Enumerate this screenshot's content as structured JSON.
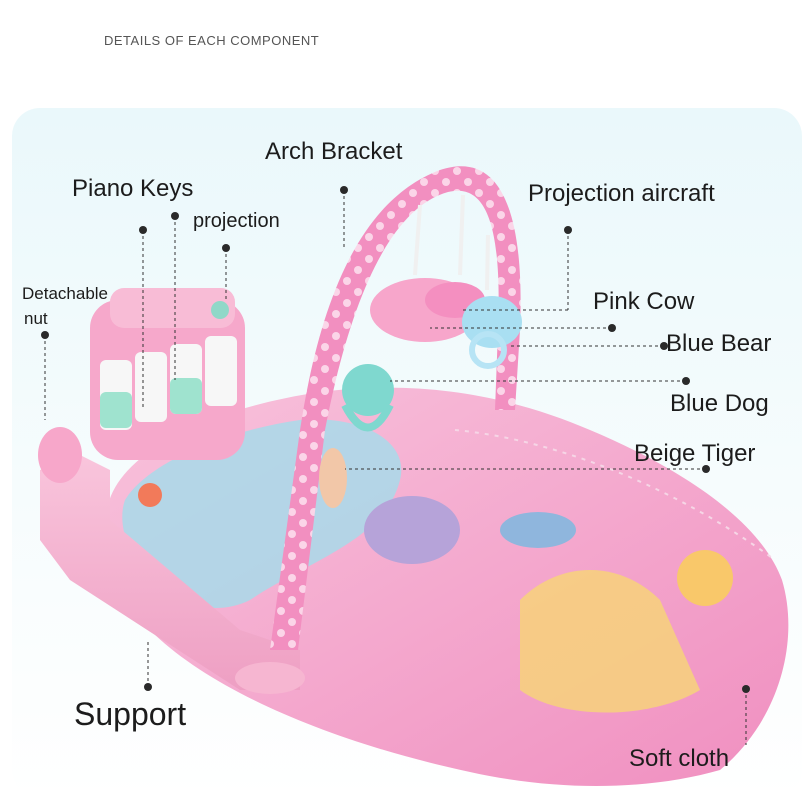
{
  "heading": "DETAILS OF EACH COMPONENT",
  "labels": {
    "arch_bracket": "Arch Bracket",
    "piano_keys": "Piano Keys",
    "projection": "projection",
    "projection_aircraft": "Projection aircraft",
    "detachable_nut_line1": "Detachable",
    "detachable_nut_line2": "nut",
    "pink_cow": "Pink Cow",
    "blue_bear": "Blue Bear",
    "blue_dog": "Blue Dog",
    "beige_tiger": "Beige Tiger",
    "support": "Support",
    "soft_cloth": "Soft cloth"
  },
  "colors": {
    "mat_pink": "#f4a9cf",
    "mat_light": "#f9c9df",
    "arch_pink": "#f28fc0",
    "arch_dot": "#fbd5e8",
    "frame_pink": "#f5b3cf",
    "key_white": "#f7f7f7",
    "key_mint": "#9fe3cf",
    "toy_teal": "#7fd8cf",
    "toy_blue": "#a9dff2",
    "panel_bg": "#eaf8fb"
  }
}
